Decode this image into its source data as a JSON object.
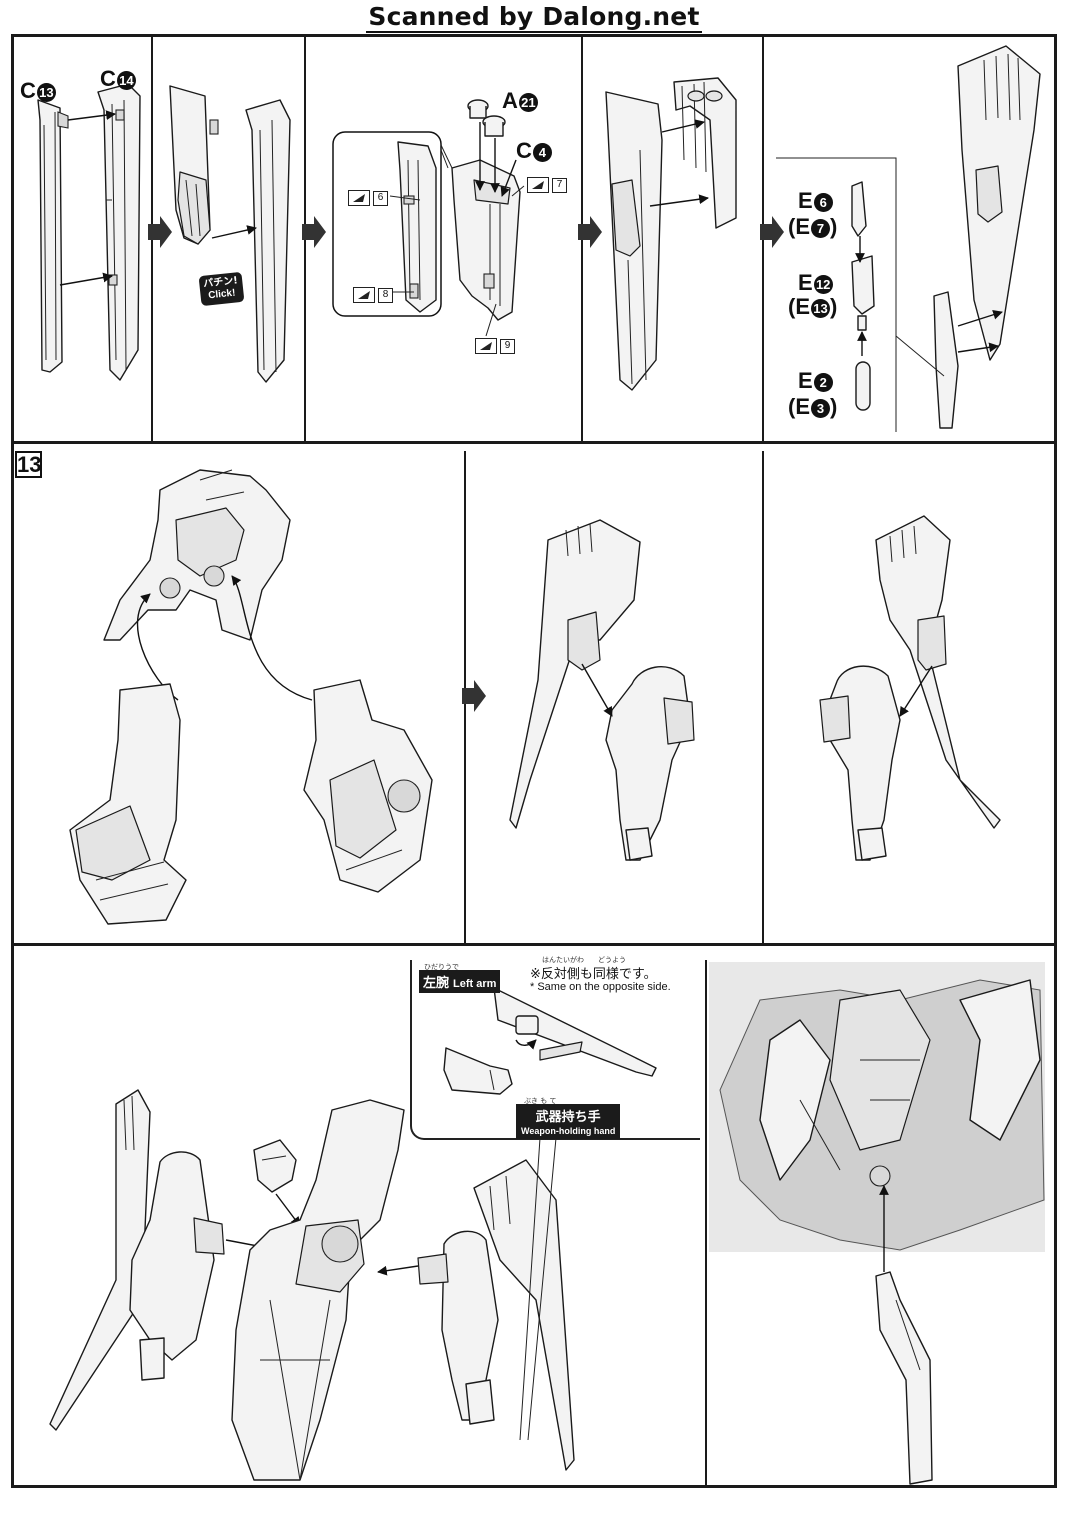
{
  "watermark": "Scanned by Dalong.net",
  "step": {
    "number": "13"
  },
  "top_row": {
    "labels": {
      "c13": {
        "letter": "C",
        "num": "13"
      },
      "c14": {
        "letter": "C",
        "num": "14"
      },
      "a21": {
        "letter": "A",
        "num": "21"
      },
      "c4": {
        "letter": "C",
        "num": "4"
      },
      "e6": {
        "letter": "E",
        "num": "6"
      },
      "e7": {
        "letter": "(E",
        "num": "7",
        "close": ")"
      },
      "e12": {
        "letter": "E",
        "num": "12"
      },
      "e13": {
        "letter": "(E",
        "num": "13",
        "close": ")"
      },
      "e2": {
        "letter": "E",
        "num": "2"
      },
      "e3": {
        "letter": "(E",
        "num": "3",
        "close": ")"
      }
    },
    "click_badge": {
      "jp": "パチン!",
      "en": "Click!"
    },
    "sticker_tags": [
      "6",
      "7",
      "8",
      "9"
    ]
  },
  "bottom_row": {
    "left_arm": {
      "ruby": "ひだりうで",
      "jp": "左腕",
      "en": "Left arm"
    },
    "opposite_note": {
      "ruby": "はんたいがわ　　どうよう",
      "jp": "※反対側も同様です。",
      "en": "* Same on the opposite side."
    },
    "weapon_hand": {
      "ruby": "ぶき も て",
      "jp": "武器持ち手",
      "en": "Weapon-holding hand"
    }
  },
  "colors": {
    "line": "#1a1a1a",
    "paper": "#ffffff",
    "part_fill": "#f3f3f3",
    "label_bg": "#1b1b1b"
  }
}
